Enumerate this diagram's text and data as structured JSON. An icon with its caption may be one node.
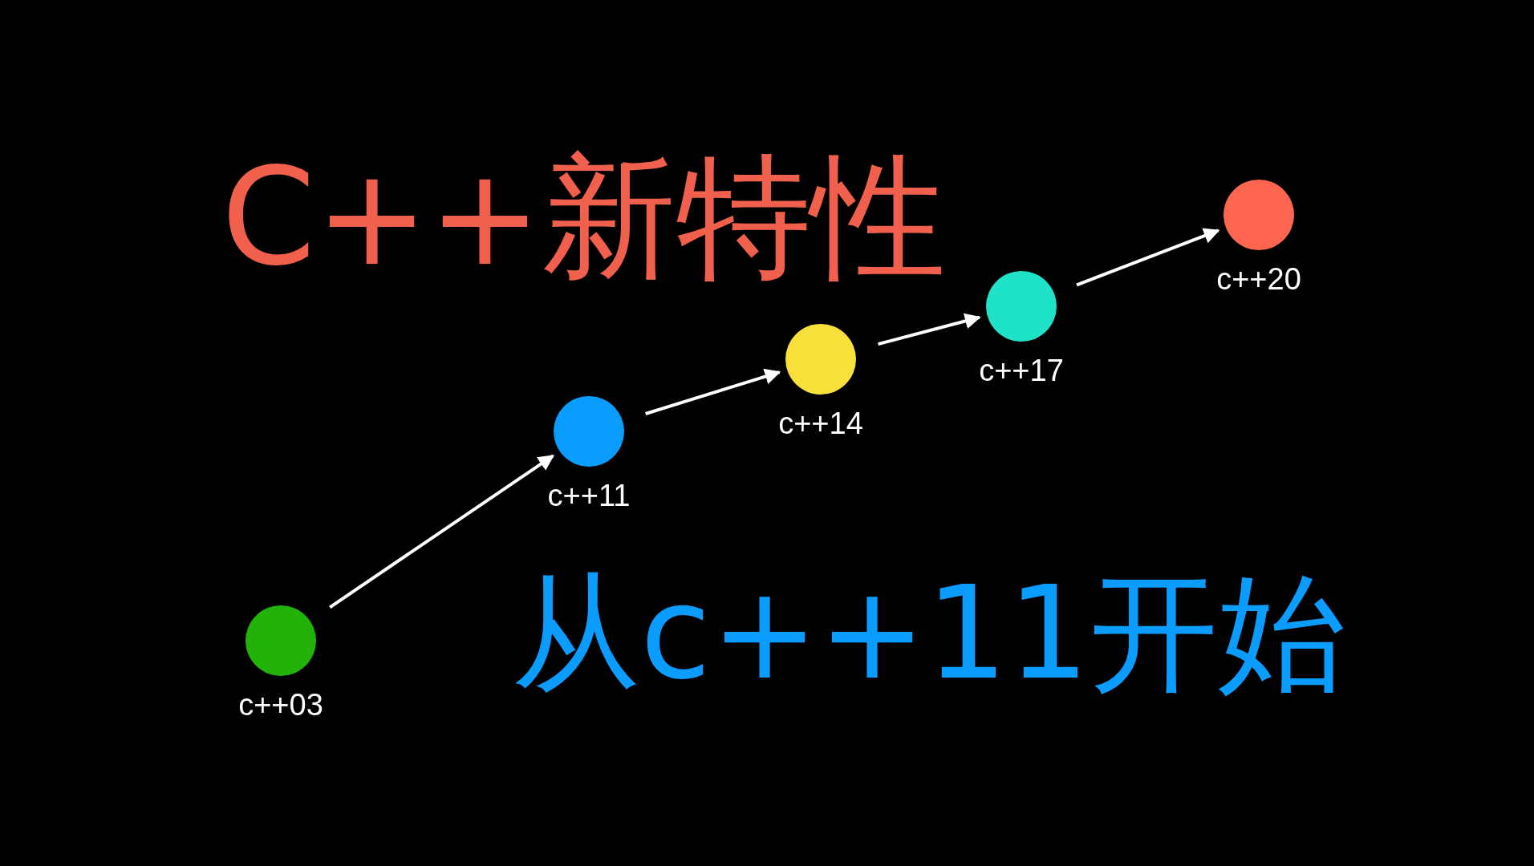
{
  "diagram": {
    "title": "C++新特性",
    "nodes": [
      {
        "text": [
          "c++03"
        ]
      },
      {
        "text": [
          "c++11"
        ]
      },
      {
        "text": [
          "c++14"
        ]
      },
      {
        "text": [
          "c++17"
        ]
      },
      {
        "text": [
          "c++20"
        ]
      }
    ],
    "edges": [
      {
        "from": 0,
        "to": 1,
        "arrow": "to"
      },
      {
        "from": 1,
        "to": 2,
        "arrow": "to"
      },
      {
        "from": 2,
        "to": 3,
        "arrow": "to"
      },
      {
        "from": 3,
        "to": 4,
        "arrow": "to"
      }
    ],
    "labels": [
      "从c++11开始"
    ]
  }
}
